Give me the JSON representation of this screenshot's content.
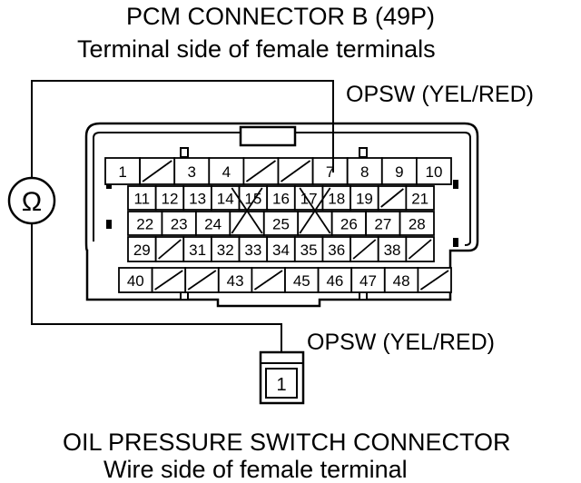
{
  "pcm_connector": {
    "title": "PCM CONNECTOR B (49P)",
    "subtitle": "Terminal side of female terminals",
    "probe_terminal": "7",
    "rows": [
      [
        {
          "type": "num",
          "label": "1"
        },
        {
          "type": "blank"
        },
        {
          "type": "num",
          "label": "3"
        },
        {
          "type": "num",
          "label": "4"
        },
        {
          "type": "blank"
        },
        {
          "type": "blank"
        },
        {
          "type": "num",
          "label": "7"
        },
        {
          "type": "num",
          "label": "8"
        },
        {
          "type": "num",
          "label": "9"
        },
        {
          "type": "num",
          "label": "10"
        }
      ],
      [
        {
          "type": "num",
          "label": "11"
        },
        {
          "type": "num",
          "label": "12"
        },
        {
          "type": "num",
          "label": "13"
        },
        {
          "type": "num",
          "label": "14"
        },
        {
          "type": "num",
          "label": "15"
        },
        {
          "type": "num",
          "label": "16"
        },
        {
          "type": "num",
          "label": "17"
        },
        {
          "type": "num",
          "label": "18"
        },
        {
          "type": "num",
          "label": "19"
        },
        {
          "type": "blank"
        },
        {
          "type": "num",
          "label": "21"
        }
      ],
      [
        {
          "type": "num",
          "label": "22"
        },
        {
          "type": "num",
          "label": "23"
        },
        {
          "type": "num",
          "label": "24"
        },
        {
          "type": "cross"
        },
        {
          "type": "num",
          "label": "25"
        },
        {
          "type": "cross"
        },
        {
          "type": "num",
          "label": "26"
        },
        {
          "type": "num",
          "label": "27"
        },
        {
          "type": "num",
          "label": "28"
        }
      ],
      [
        {
          "type": "num",
          "label": "29"
        },
        {
          "type": "blank"
        },
        {
          "type": "num",
          "label": "31"
        },
        {
          "type": "num",
          "label": "32"
        },
        {
          "type": "num",
          "label": "33"
        },
        {
          "type": "num",
          "label": "34"
        },
        {
          "type": "num",
          "label": "35"
        },
        {
          "type": "num",
          "label": "36"
        },
        {
          "type": "blank"
        },
        {
          "type": "num",
          "label": "38"
        },
        {
          "type": "blank"
        }
      ],
      [
        {
          "type": "num",
          "label": "40"
        },
        {
          "type": "blank"
        },
        {
          "type": "blank"
        },
        {
          "type": "num",
          "label": "43"
        },
        {
          "type": "blank"
        },
        {
          "type": "num",
          "label": "45"
        },
        {
          "type": "num",
          "label": "46"
        },
        {
          "type": "num",
          "label": "47"
        },
        {
          "type": "num",
          "label": "48"
        },
        {
          "type": "blank"
        }
      ]
    ]
  },
  "wire_top": {
    "label": "OPSW (YEL/RED)"
  },
  "wire_bottom": {
    "label": "OPSW (YEL/RED)"
  },
  "ohmmeter": {
    "symbol": "Ω"
  },
  "switch_connector": {
    "title": "OIL PRESSURE SWITCH CONNECTOR",
    "subtitle": "Wire side of female terminal",
    "terminal": "1"
  }
}
